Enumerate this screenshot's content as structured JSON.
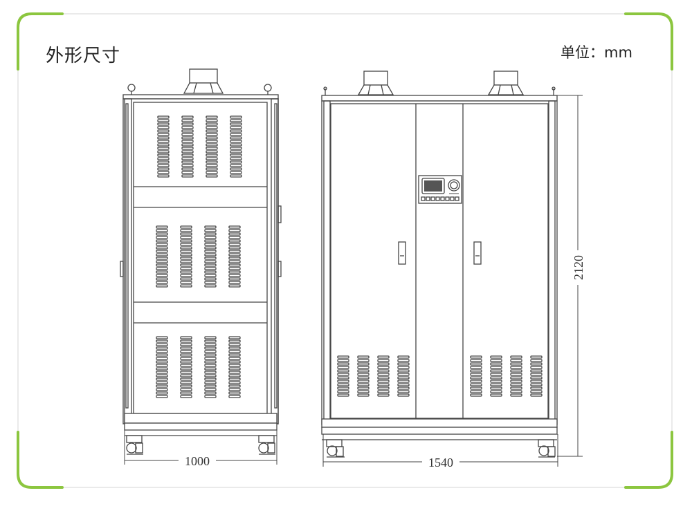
{
  "title": "外形尺寸",
  "unit": "单位：mm",
  "dimensions": {
    "side_width": "1000",
    "front_width": "1540",
    "height": "2120"
  },
  "colors": {
    "accent": "#8cc63f",
    "line": "#444444",
    "frame_border": "#d9d9d9"
  }
}
